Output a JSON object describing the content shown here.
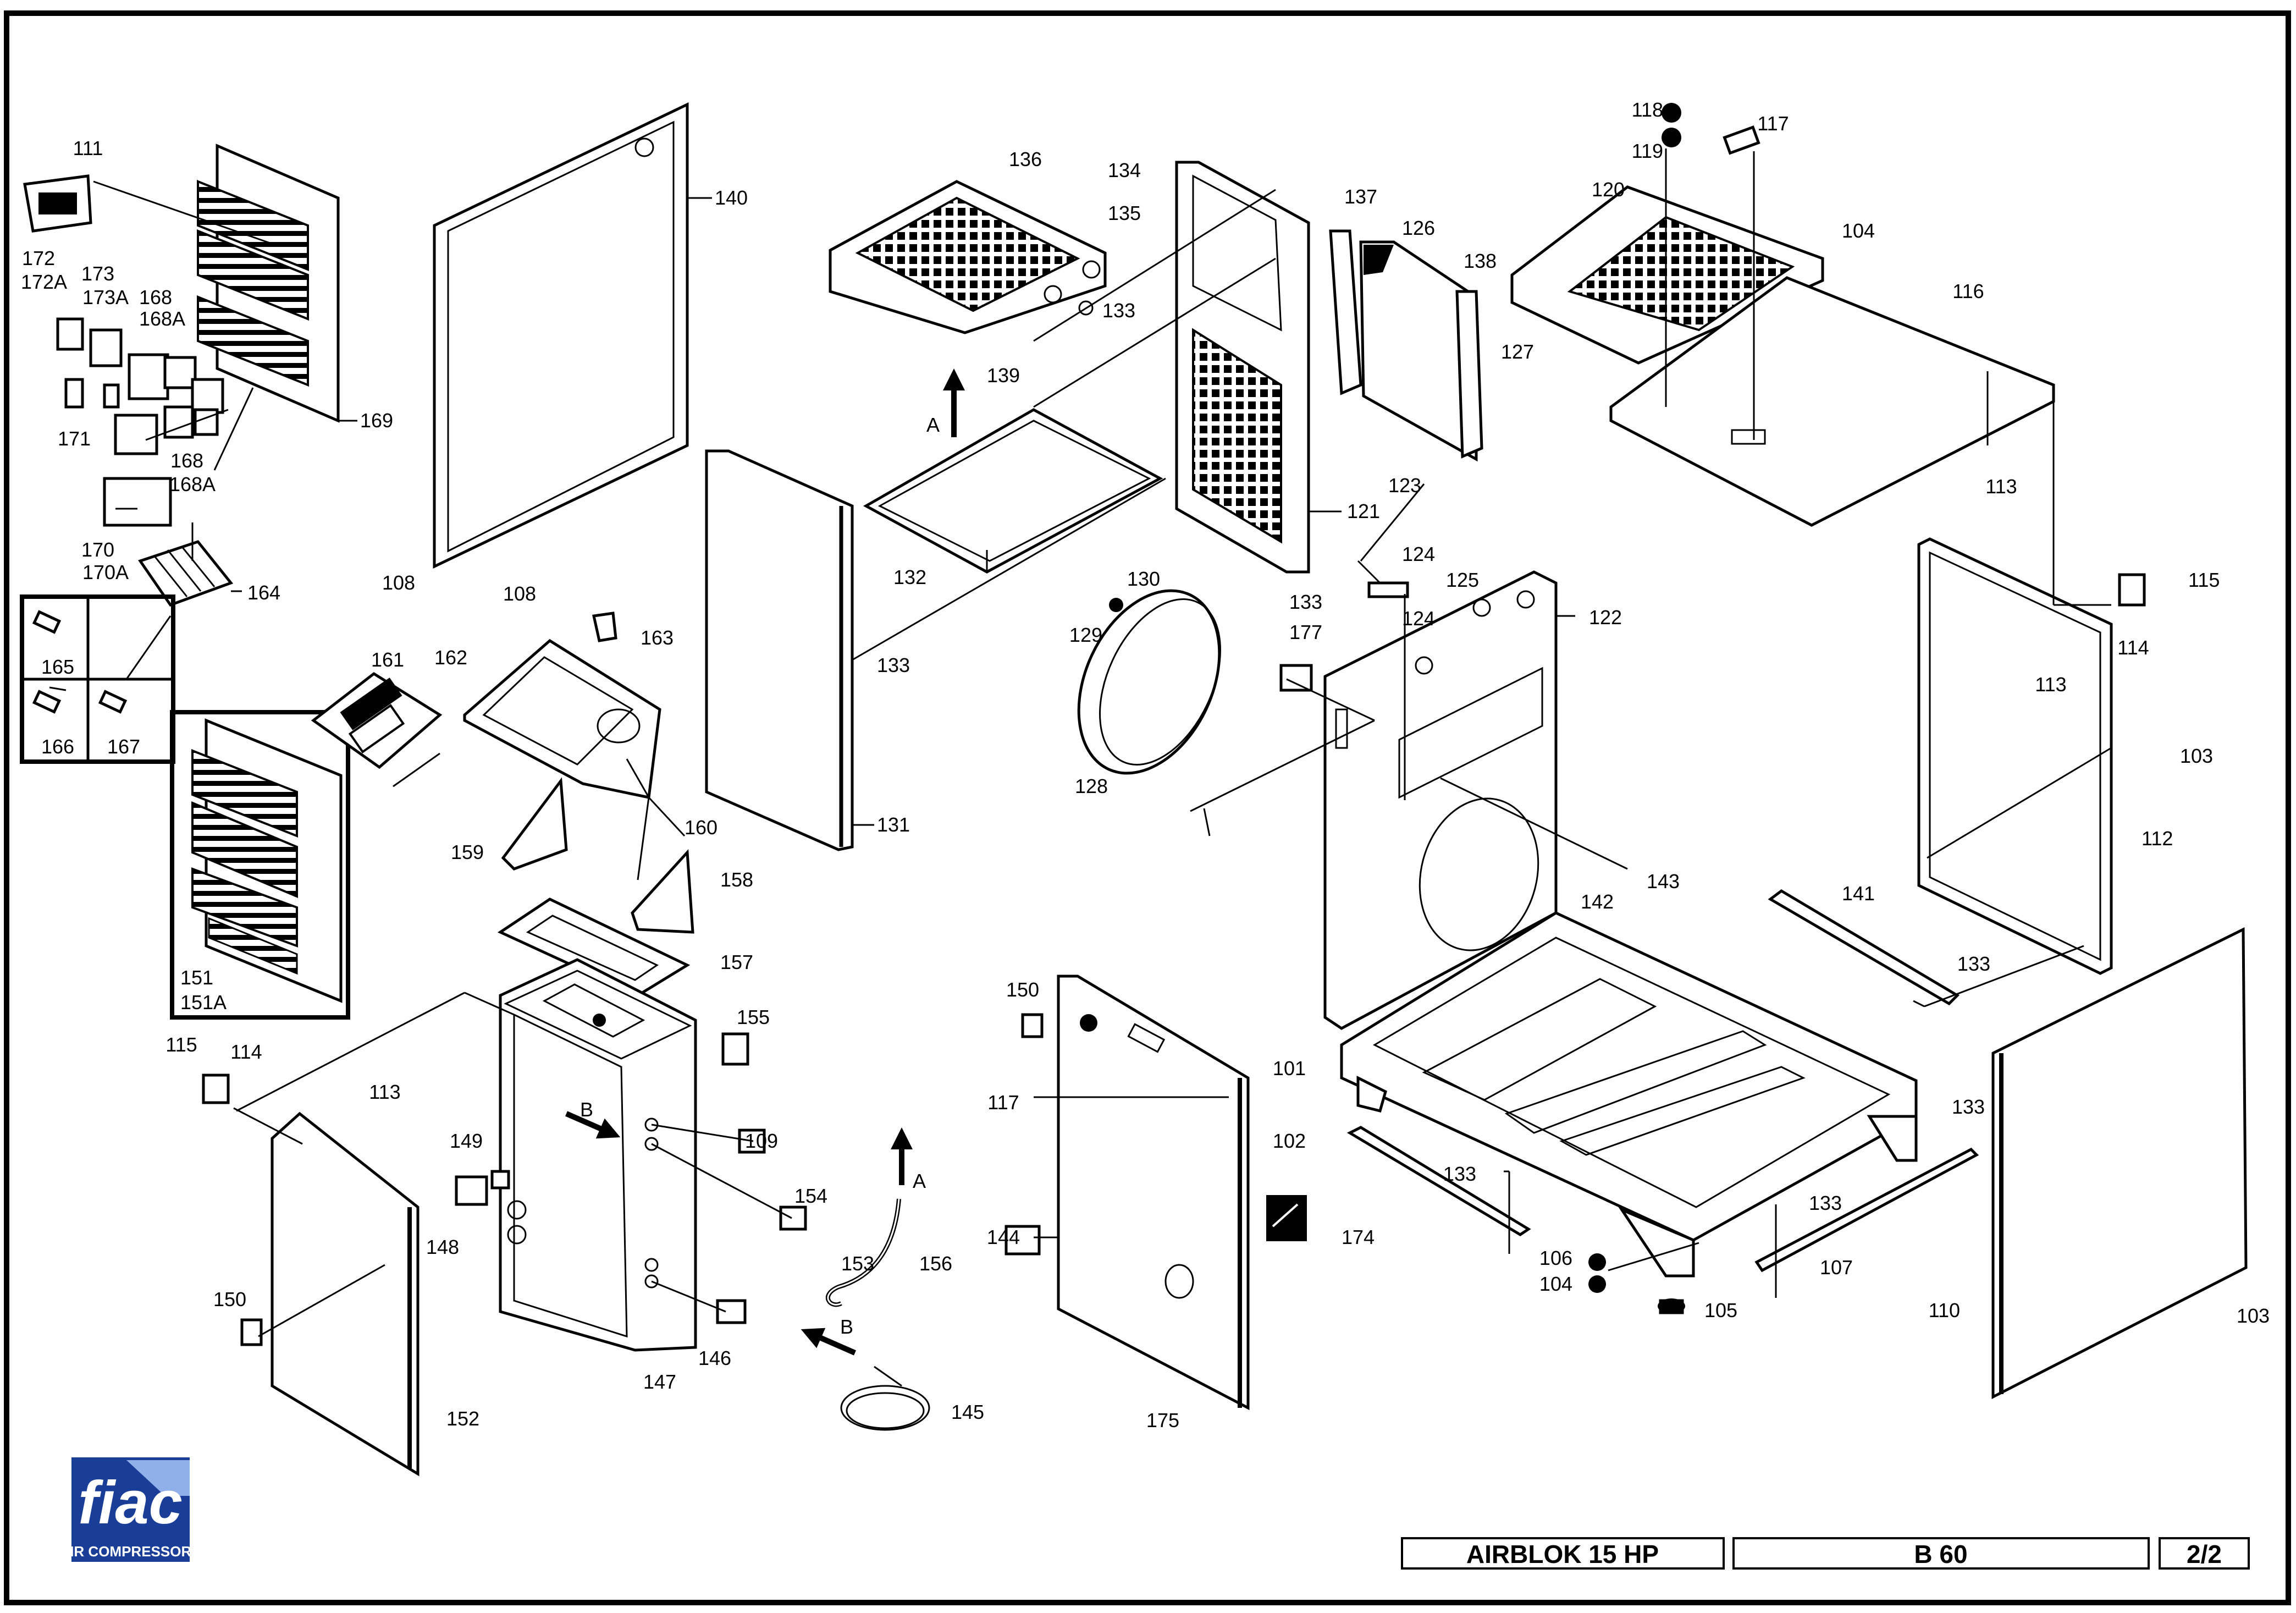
{
  "title_block": {
    "model": "AIRBLOK 15 HP",
    "table": "B 60",
    "sheet": "2/2"
  },
  "logo": {
    "brand": "fiac",
    "tagline": "AIR COMPRESSORS",
    "colors": {
      "blue": "#1a3e98",
      "light": "#8fb0e8",
      "white": "#ffffff"
    }
  },
  "arrow_labels": {
    "a": "A",
    "b": "B"
  },
  "callouts": [
    "101",
    "102",
    "103",
    "104",
    "105",
    "106",
    "107",
    "108",
    "109",
    "110",
    "111",
    "112",
    "113",
    "114",
    "115",
    "116",
    "117",
    "118",
    "119",
    "120",
    "121",
    "122",
    "123",
    "124",
    "125",
    "126",
    "127",
    "128",
    "129",
    "130",
    "131",
    "132",
    "133",
    "134",
    "135",
    "136",
    "137",
    "138",
    "139",
    "140",
    "141",
    "142",
    "143",
    "144",
    "145",
    "146",
    "147",
    "148",
    "149",
    "150",
    "151",
    "151A",
    "152",
    "153",
    "154",
    "155",
    "156",
    "157",
    "158",
    "159",
    "160",
    "161",
    "162",
    "163",
    "164",
    "165",
    "166",
    "167",
    "168",
    "168A",
    "169",
    "170",
    "170A",
    "171",
    "172",
    "172A",
    "173",
    "173A",
    "174",
    "175",
    "177"
  ]
}
